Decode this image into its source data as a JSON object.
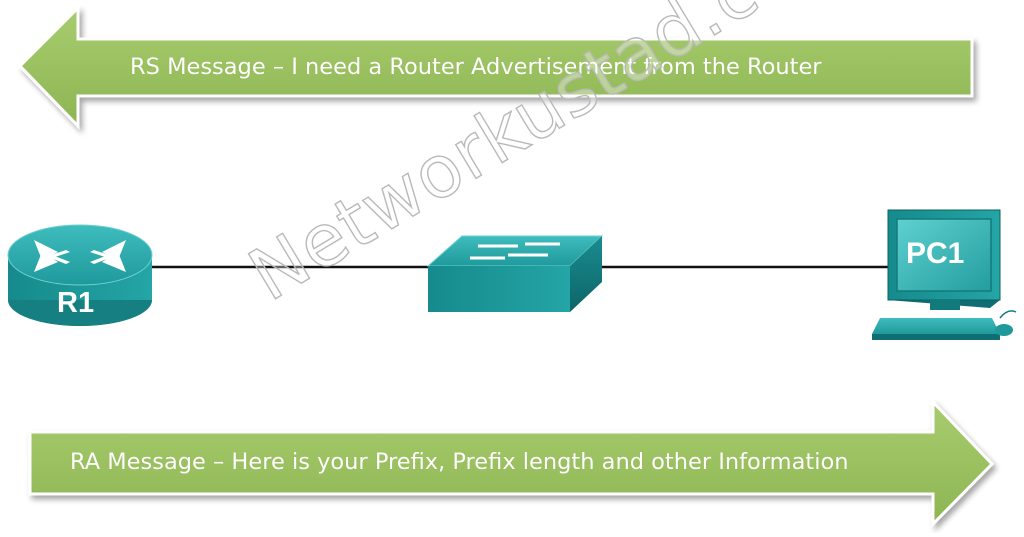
{
  "messages": {
    "rs": "RS Message – I need a Router Advertisement  from the Router",
    "ra": "RA Message – Here is your Prefix, Prefix length and other Information"
  },
  "devices": {
    "router": {
      "label": "R1",
      "icon": "router-icon"
    },
    "switch": {
      "label": "",
      "icon": "switch-icon"
    },
    "pc": {
      "label": "PC1",
      "icon": "pc-icon"
    }
  },
  "watermark": "Networkustad.com",
  "colors": {
    "arrow_fill": "#9ac15f",
    "arrow_border": "#ffffff",
    "device_teal": "#1e9a9c",
    "device_teal_dark": "#0f6e71",
    "link_line": "#111111",
    "label_text": "#ffffff"
  }
}
